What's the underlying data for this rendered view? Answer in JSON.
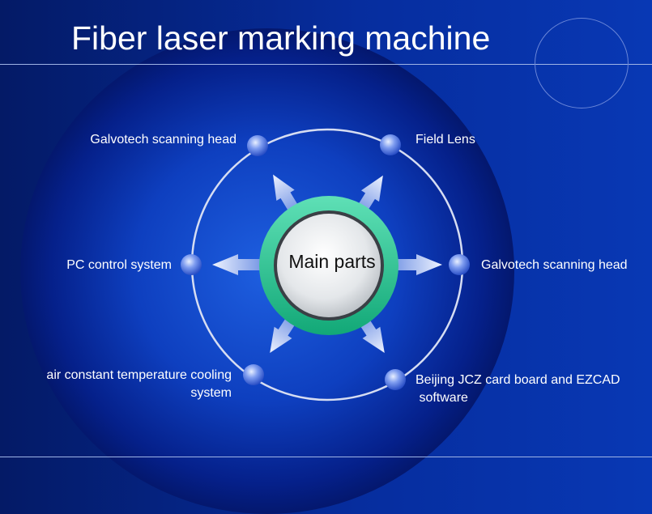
{
  "title": "Fiber laser marking machine",
  "center": {
    "label": "Main parts"
  },
  "nodes": [
    {
      "id": "top-left",
      "label": "Galvotech scanning head"
    },
    {
      "id": "top-right",
      "label": "Field Lens"
    },
    {
      "id": "left",
      "label": "PC control system"
    },
    {
      "id": "right",
      "label": "Galvotech scanning head"
    },
    {
      "id": "bottom-left",
      "label_lines": [
        "air constant temperature cooling",
        "system"
      ]
    },
    {
      "id": "bottom-right",
      "label_lines": [
        "Beijing JCZ card board and EZCAD",
        " software"
      ]
    }
  ],
  "colors": {
    "background": "#062d9e",
    "ring": "#d6ddf2",
    "hub_ring": "#22c28e",
    "hub_face": "#e9ecef",
    "node": "#5a7fe0"
  }
}
